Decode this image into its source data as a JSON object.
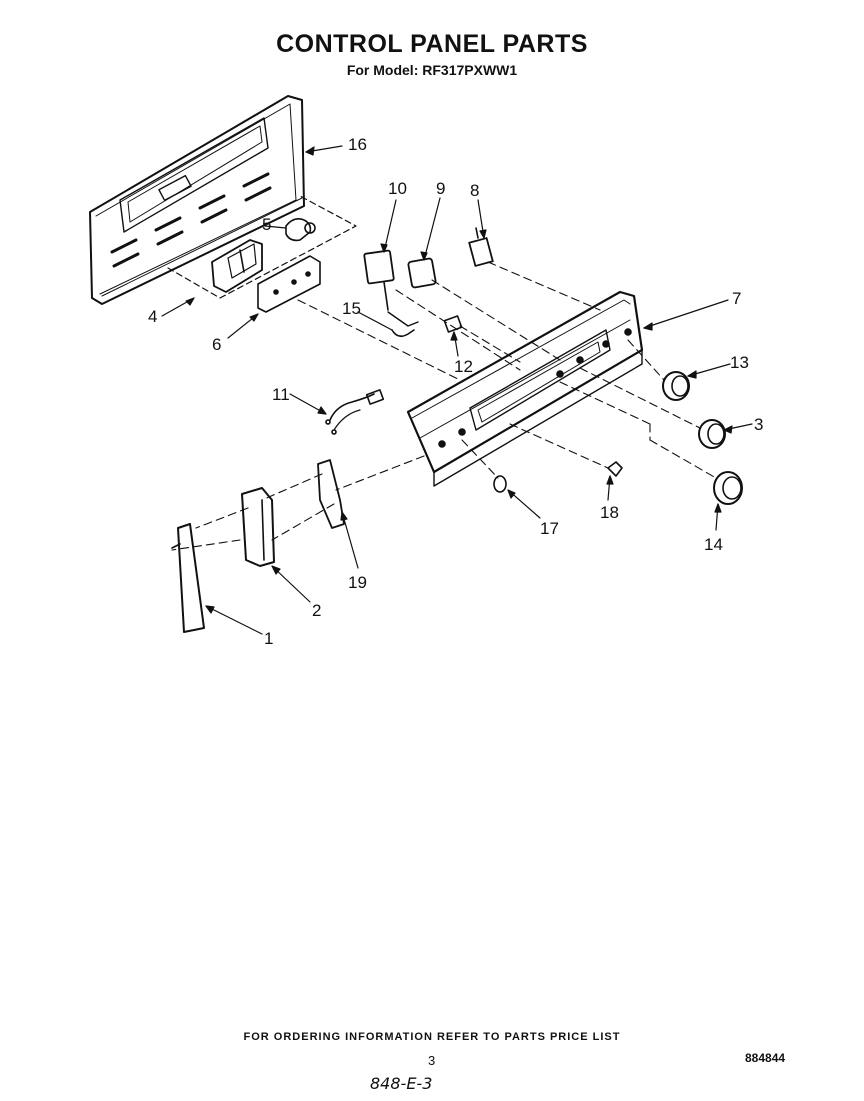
{
  "header": {
    "title": "CONTROL PANEL PARTS",
    "subtitle": "For Model: RF317PXWW1"
  },
  "callouts": [
    "1",
    "2",
    "3",
    "4",
    "5",
    "6",
    "7",
    "8",
    "9",
    "10",
    "11",
    "12",
    "13",
    "14",
    "15",
    "16",
    "17",
    "18",
    "19"
  ],
  "footer": {
    "ordering_note": "FOR ORDERING INFORMATION REFER TO PARTS PRICE LIST",
    "page_number": "3",
    "document_number": "884844",
    "handwritten_code": "848-E-3"
  }
}
